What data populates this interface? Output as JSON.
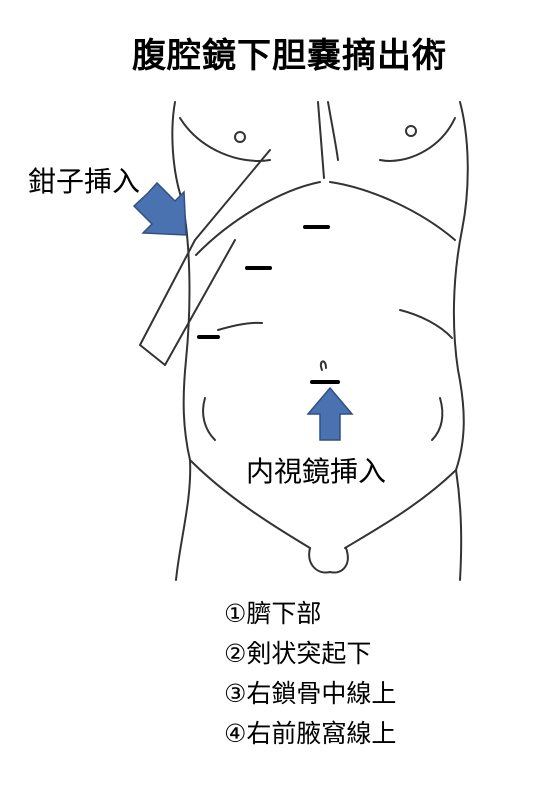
{
  "title": "腹腔鏡下胆嚢摘出術",
  "labels": {
    "forceps_insertion": "鉗子挿入",
    "endoscope_insertion": "内視鏡挿入"
  },
  "legend": [
    "①臍下部",
    "②剣状突起下",
    "③右鎖骨中線上",
    "④右前腋窩線上"
  ],
  "colors": {
    "arrow": "#4a72b0",
    "arrow_stroke": "#2f4f85",
    "line": "#333333"
  },
  "icons": [
    "arrow-down-right-icon",
    "arrow-up-icon"
  ]
}
